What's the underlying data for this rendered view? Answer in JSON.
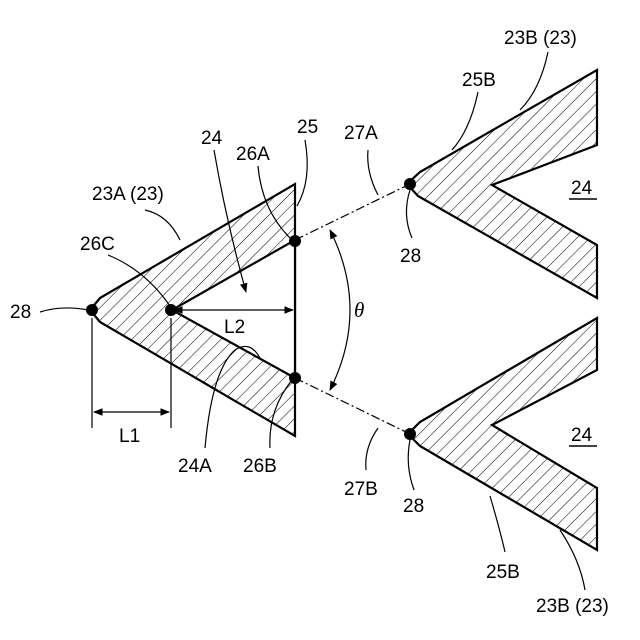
{
  "labels": {
    "edge_a": "23A (23)",
    "edge_b_top": "23B (23)",
    "edge_b_bottom": "23B (23)",
    "recess": "24",
    "recess_24a": "24A",
    "recess_top": "24",
    "recess_bottom": "24",
    "end_25": "25",
    "end_25b_top": "25B",
    "end_25b_bottom": "25B",
    "point_26a": "26A",
    "point_26b": "26B",
    "point_26c": "26C",
    "line_27a": "27A",
    "line_27b": "27B",
    "tip_28_left": "28",
    "tip_28_top": "28",
    "tip_28_bottom": "28",
    "length_l1": "L1",
    "length_l2": "L2",
    "angle": "θ"
  }
}
